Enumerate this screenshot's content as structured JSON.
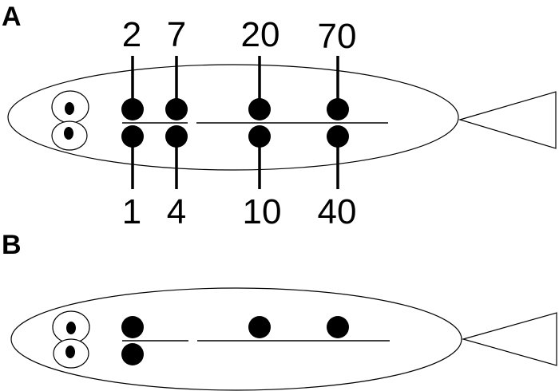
{
  "panels": [
    {
      "label": "A",
      "top_values": [
        "2",
        "7",
        "20",
        "70"
      ],
      "bottom_values": [
        "1",
        "4",
        "10",
        "40"
      ],
      "top_beads": [
        true,
        true,
        true,
        true
      ],
      "bottom_beads": [
        true,
        true,
        true,
        true
      ],
      "show_rods": true
    },
    {
      "label": "B",
      "top_values": [],
      "bottom_values": [],
      "top_beads": [
        true,
        false,
        true,
        true
      ],
      "bottom_beads": [
        true,
        false,
        false,
        false
      ],
      "show_rods": false
    }
  ],
  "colors": {
    "ink": "#000000",
    "background": "#ffffff"
  }
}
